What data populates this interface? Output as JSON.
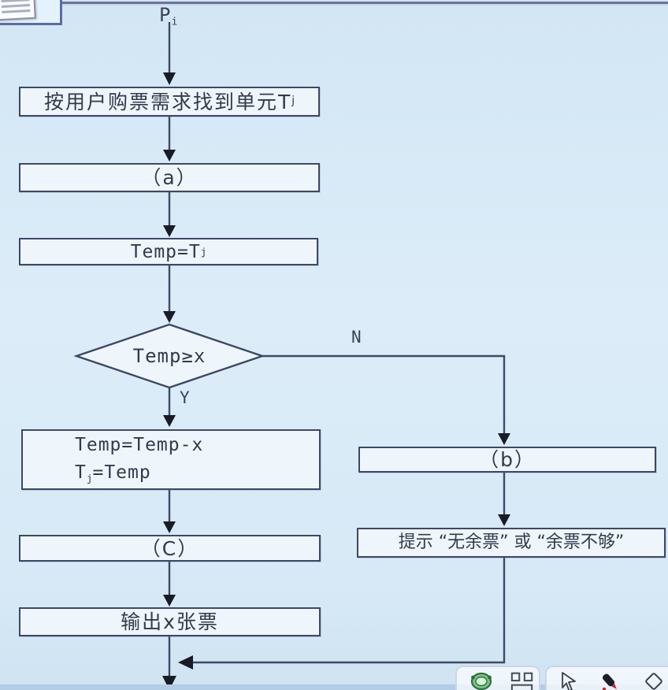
{
  "colors": {
    "background": "#d9eaf7",
    "box_fill": "#eef6fb",
    "box_border": "#3e4766",
    "connector_line": "#3e4a66",
    "arrowhead": "#171c26",
    "text": "#333a4d",
    "pen_tip_red": "#cc1f2e",
    "mascot_green": "#7dc77d"
  },
  "flowchart": {
    "entry_label": {
      "segments": [
        [
          "P",
          false
        ],
        [
          "i",
          true
        ]
      ]
    },
    "nodes": {
      "find_unit": {
        "segments": [
          [
            "按用户购票需求找到单元T",
            false
          ],
          [
            "j",
            true
          ]
        ]
      },
      "op_a": {
        "segments": [
          [
            "（a）",
            false
          ]
        ]
      },
      "assign_temp": {
        "segments": [
          [
            "Temp=T",
            false
          ],
          [
            "j",
            true
          ]
        ]
      },
      "decision": {
        "segments": [
          [
            "Temp≥x",
            false
          ]
        ]
      },
      "update_temp_line1": {
        "segments": [
          [
            "Temp=Temp-x",
            false
          ]
        ]
      },
      "update_temp_line2": {
        "segments": [
          [
            "T",
            false
          ],
          [
            "j",
            true
          ],
          [
            "=Temp",
            false
          ]
        ]
      },
      "op_c": {
        "segments": [
          [
            "（C）",
            false
          ]
        ]
      },
      "output_tickets": {
        "segments": [
          [
            "输出x张票",
            false
          ]
        ]
      },
      "op_b": {
        "segments": [
          [
            "（b）",
            false
          ]
        ]
      },
      "prompt_message": {
        "segments": [
          [
            "提示 “无余票” 或 “余票不够”",
            false
          ]
        ]
      }
    },
    "branch_labels": {
      "yes": "Y",
      "no": "N"
    }
  },
  "toolbar": {
    "groups": [
      {
        "icons": [
          "mascot-icon",
          "layout-icon"
        ]
      },
      {
        "icons": [
          "pointer-icon",
          "pen-icon",
          "diamond-shape-icon"
        ]
      }
    ]
  }
}
